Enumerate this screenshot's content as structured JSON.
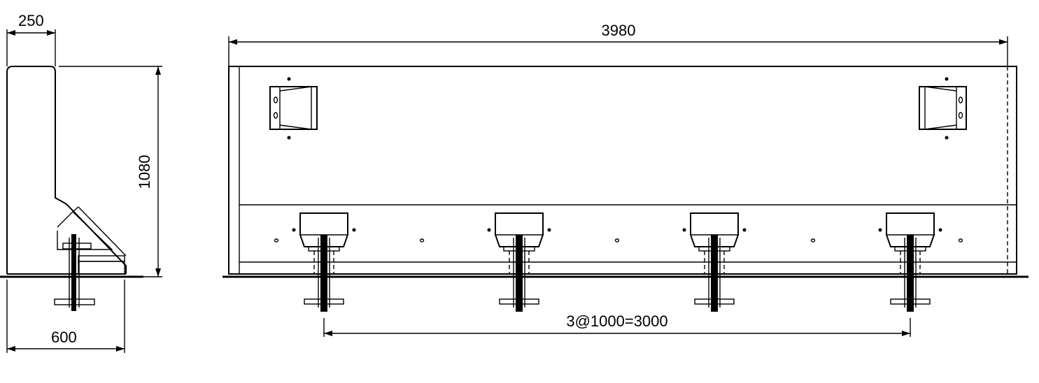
{
  "side_view": {
    "dim_top": "250",
    "dim_height": "1080",
    "dim_bottom": "600"
  },
  "front_view": {
    "dim_length": "3980",
    "dim_anchor_spacing": "3@1000=3000"
  }
}
